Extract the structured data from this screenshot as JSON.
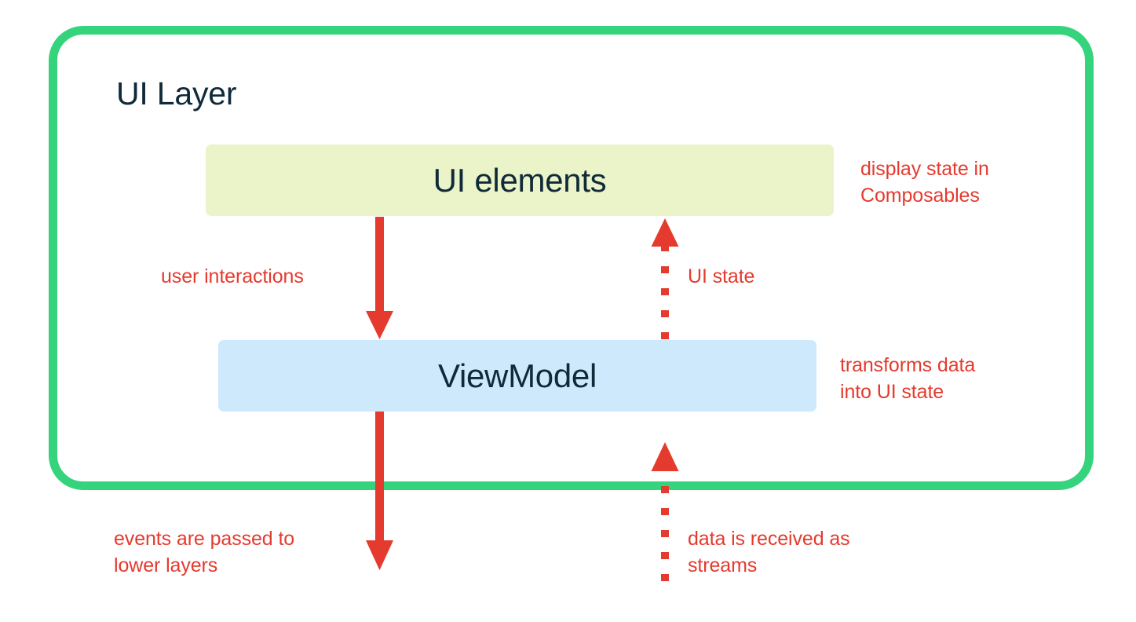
{
  "diagram": {
    "title": "UI Layer",
    "colors": {
      "container_border": "#35D47C",
      "ui_elements_fill": "#EBF3C8",
      "viewmodel_fill": "#CDE9FB",
      "arrow_red": "#E53A2E",
      "box_text": "#102A39",
      "background": "#FFFFFF"
    },
    "boxes": [
      {
        "id": "ui-elements",
        "label": "UI elements"
      },
      {
        "id": "viewmodel",
        "label": "ViewModel"
      }
    ],
    "annotations": [
      {
        "id": "display-state",
        "text": "display state in\nComposables"
      },
      {
        "id": "user-interactions",
        "text": "user interactions"
      },
      {
        "id": "ui-state",
        "text": "UI state"
      },
      {
        "id": "transforms",
        "text": "transforms data\ninto UI state"
      },
      {
        "id": "events-passed",
        "text": "events are passed to\nlower layers"
      },
      {
        "id": "data-streams",
        "text": "data is received as\nstreams"
      }
    ],
    "arrows": [
      {
        "id": "ui-elements-to-viewmodel",
        "style": "solid",
        "direction": "down",
        "label": "user interactions"
      },
      {
        "id": "viewmodel-to-ui-elements",
        "style": "dotted",
        "direction": "up",
        "label": "UI state"
      },
      {
        "id": "viewmodel-to-lower-layers",
        "style": "solid",
        "direction": "down",
        "label": "events are passed to lower layers"
      },
      {
        "id": "lower-layers-to-viewmodel",
        "style": "dotted",
        "direction": "up",
        "label": "data is received as streams"
      }
    ]
  }
}
